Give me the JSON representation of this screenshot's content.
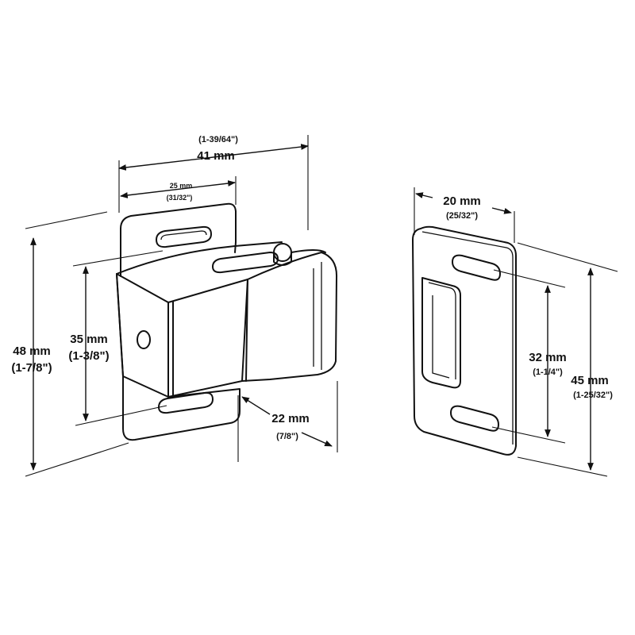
{
  "dimensions": {
    "overall_width": {
      "mm": "41 mm",
      "inch": "(1-39/64\")"
    },
    "slot_spacing_top": {
      "mm": "25 mm",
      "inch": "(31/32\")"
    },
    "overall_height": {
      "mm": "48 mm",
      "inch": "(1-7/8\")"
    },
    "body_height": {
      "mm": "35 mm",
      "inch": "(1-3/8\")"
    },
    "depth": {
      "mm": "22 mm",
      "inch": "(7/8\")"
    },
    "plate_width": {
      "mm": "20 mm",
      "inch": "(25/32\")"
    },
    "plate_slot_spacing": {
      "mm": "32 mm",
      "inch": "(1-1/4\")"
    },
    "plate_height": {
      "mm": "45 mm",
      "inch": "(1-25/32\")"
    }
  },
  "colors": {
    "line": "#111111",
    "background": "#ffffff"
  }
}
